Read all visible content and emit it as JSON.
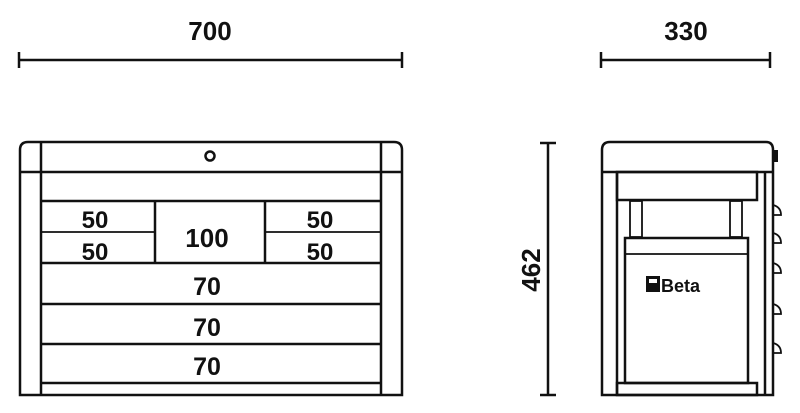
{
  "dimensions": {
    "width": "700",
    "depth": "330",
    "height": "462"
  },
  "drawers": {
    "left_top": "50",
    "left_bottom": "50",
    "center": "100",
    "right_top": "50",
    "right_bottom": "50",
    "row1": "70",
    "row2": "70",
    "row3": "70"
  },
  "logo": "Beta",
  "colors": {
    "line": "#111111",
    "background": "#ffffff"
  }
}
